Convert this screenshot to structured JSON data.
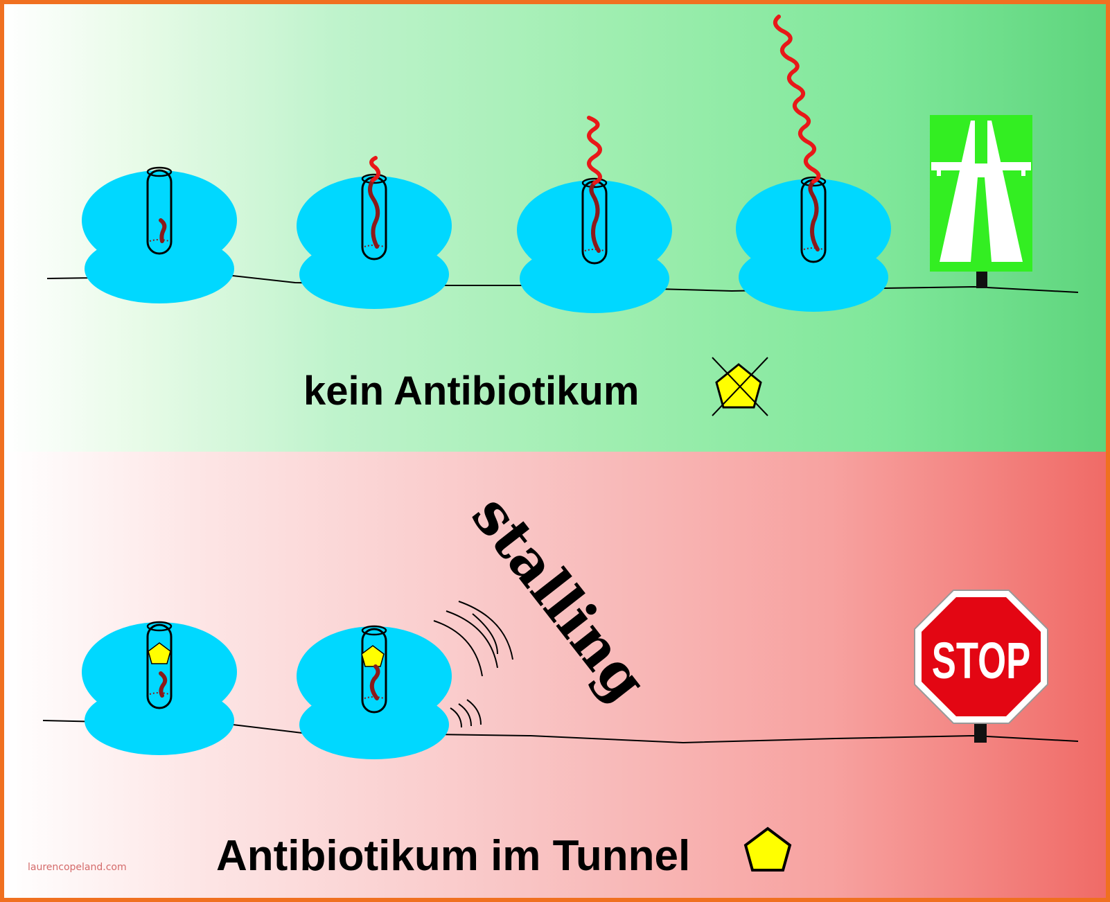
{
  "top_panel": {
    "caption": "kein Antibiotikum",
    "sign": "motorway-sign"
  },
  "bottom_panel": {
    "caption": "Antibiotikum im Tunnel",
    "stalling_label": "stalling",
    "stop_sign_text": "STOP"
  },
  "watermark": "laurencopeland.com",
  "colors": {
    "ribosome": "#00d8ff",
    "peptide_chain": "#e81818",
    "nascent_peptide": "#8b1a1a",
    "antibiotic": "#ffff00",
    "stop_sign": "#e30613",
    "motorway_sign": "#33ee22",
    "border": "#f07020"
  }
}
